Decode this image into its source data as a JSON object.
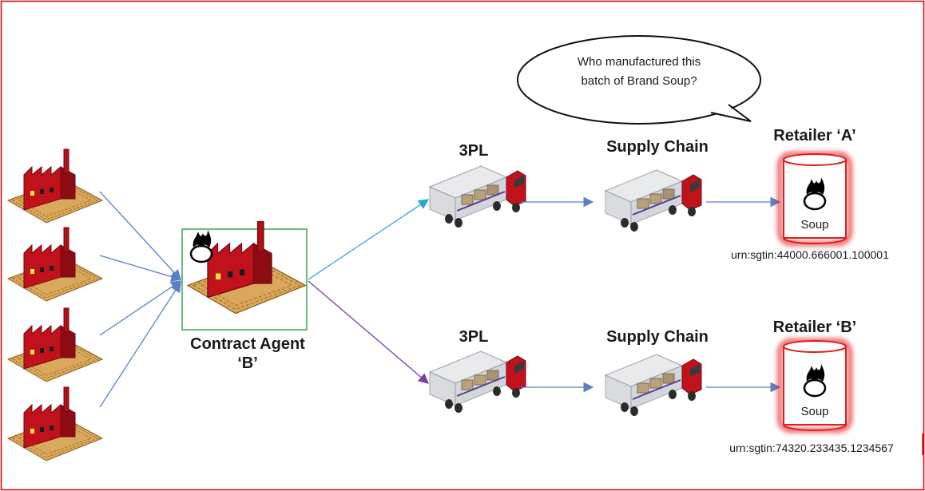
{
  "speech_bubble": {
    "line1": "Who manufactured this",
    "line2": "batch of Brand Soup?"
  },
  "contract_agent": {
    "line1": "Contract Agent",
    "line2": "‘B’"
  },
  "chain_top": {
    "logistics_label": "3PL",
    "supply_label": "Supply Chain",
    "retailer_label": "Retailer ‘A’",
    "product_label": "Soup",
    "urn": "urn:sgtin:44000.666001.100001"
  },
  "chain_bottom": {
    "logistics_label": "3PL",
    "supply_label": "Supply Chain",
    "retailer_label": "Retailer ‘B’",
    "product_label": "Soup",
    "urn": "urn:sgtin:74320.233435.1234567"
  },
  "colors": {
    "frame_border": "#cc0000",
    "factory_red": "#c1121c",
    "contract_box": "#3aa35b",
    "arrow_blue": "#5b7fc7",
    "arrow_cyan": "#2aa6d8",
    "arrow_purple": "#7b3fa0",
    "retailer_glow": "#e21b1b"
  }
}
